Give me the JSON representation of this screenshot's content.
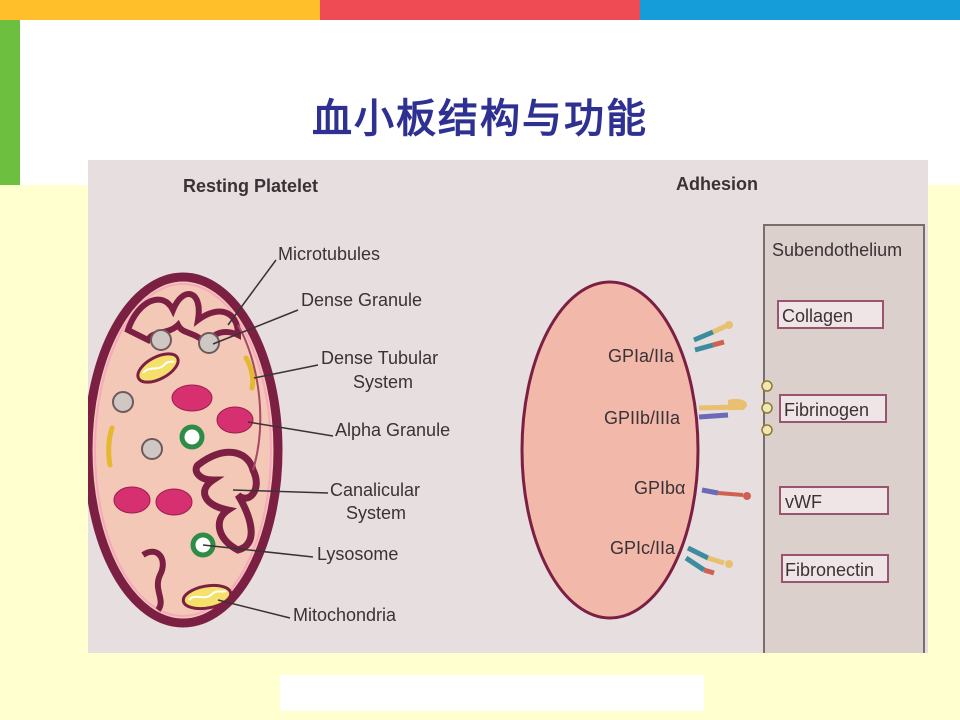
{
  "slide": {
    "title": "血小板结构与功能",
    "colors": {
      "topbar": [
        "#ffbf2a",
        "#ee4b55",
        "#149dd8"
      ],
      "accent": "#6cbf3f",
      "title": "#2e3192",
      "background": "#ffffd0"
    }
  },
  "diagram": {
    "resting": {
      "heading": "Resting Platelet",
      "labels": {
        "microtubules": "Microtubules",
        "dense_granule": "Dense Granule",
        "dense_tubular_1": "Dense Tubular",
        "dense_tubular_2": "System",
        "alpha_granule": "Alpha Granule",
        "canalicular_1": "Canalicular",
        "canalicular_2": "System",
        "lysosome": "Lysosome",
        "mitochondria": "Mitochondria"
      }
    },
    "adhesion": {
      "heading": "Adhesion",
      "subendothelium": "Subendothelium",
      "receptors": [
        "GPIa/IIa",
        "GPIIb/IIIa",
        "GPIbα",
        "GPIc/IIa"
      ],
      "ligands": [
        "Collagen",
        "Fibrinogen",
        "vWF",
        "Fibronectin"
      ]
    }
  }
}
